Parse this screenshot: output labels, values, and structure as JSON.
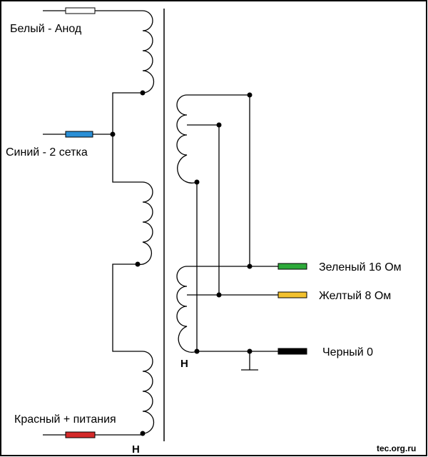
{
  "labels": {
    "white_anode": "Белый - Анод",
    "blue_grid": "Синий - 2 сетка",
    "red_supply": "Красный + питания",
    "green_16": "Зеленый 16 Ом",
    "yellow_8": "Желтый 8 Ом",
    "black_0": "Черный 0",
    "primary_start": "Н",
    "secondary_start": "Н",
    "watermark": "tec.org.ru"
  },
  "colors": {
    "white_lead": "#ffffff",
    "blue_lead": "#2a8fd6",
    "red_lead": "#d42a2a",
    "green_lead": "#2eaa3a",
    "yellow_lead": "#f2c12e",
    "black_lead": "#000000"
  }
}
